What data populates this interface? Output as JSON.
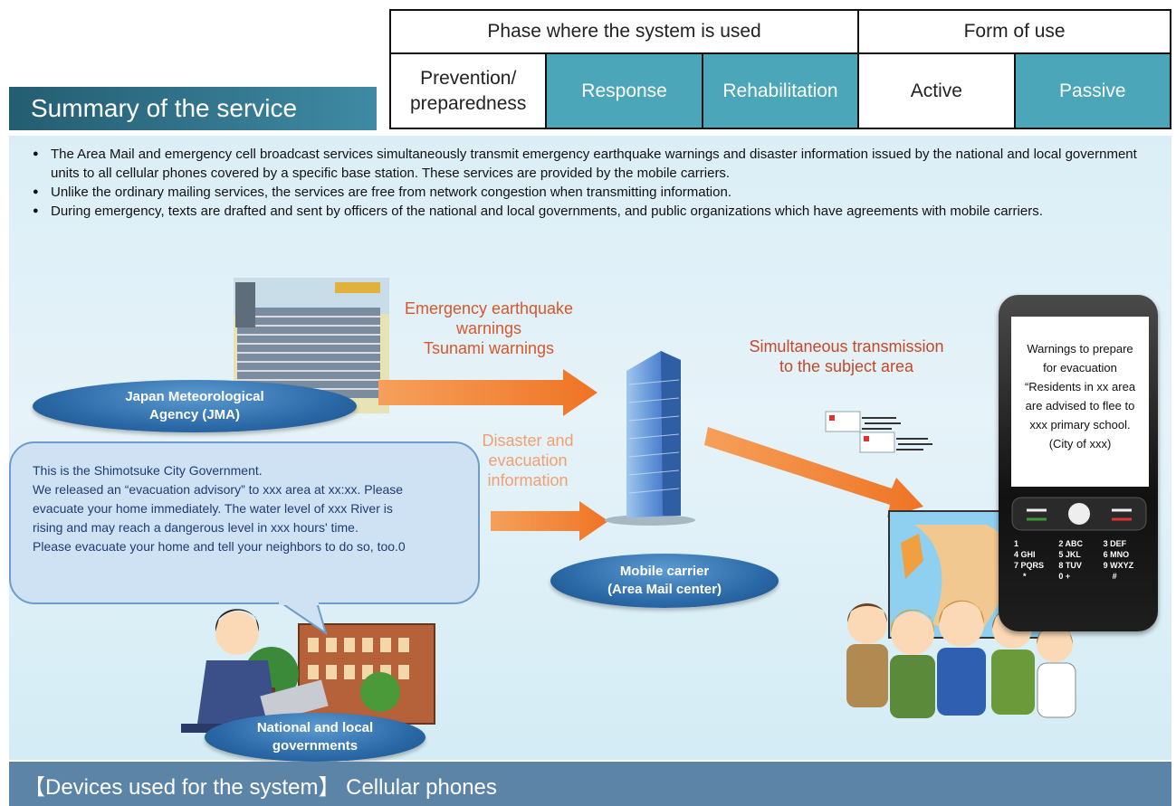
{
  "table": {
    "phase_header": "Phase where the system is used",
    "form_header": "Form of use",
    "options": [
      {
        "label": "Prevention/ preparedness",
        "highlighted": false
      },
      {
        "label": "Response",
        "highlighted": true
      },
      {
        "label": "Rehabilitation",
        "highlighted": true
      },
      {
        "label": "Active",
        "highlighted": false
      },
      {
        "label": "Passive",
        "highlighted": true
      }
    ]
  },
  "summary_title": "Summary of  the service",
  "bullets": [
    "The Area Mail and emergency cell broadcast services simultaneously transmit emergency earthquake warnings and disaster information issued by the national and local government units to all cellular phones covered by a specific base station. These services are provided by the mobile carriers.",
    "Unlike the ordinary mailing services, the services are free from network congestion when transmitting information.",
    "During emergency, texts are drafted and sent by officers of the national and local governments, and public organizations which have agreements with mobile carriers."
  ],
  "diagram": {
    "jma": {
      "line1": "Japan Meteorological",
      "line2": "Agency (JMA)"
    },
    "warnings": {
      "line1": "Emergency earthquake",
      "line2": "warnings",
      "line3": "Tsunami warnings"
    },
    "disaster": {
      "line1": "Disaster and",
      "line2": "evacuation",
      "line3": "information"
    },
    "carrier": {
      "line1": "Mobile carrier",
      "line2": "(Area Mail center)"
    },
    "transmission": {
      "line1": "Simultaneous transmission",
      "line2": "to the subject area"
    },
    "governments": {
      "line1": "National and local",
      "line2": "governments"
    },
    "bubble_lines": [
      "This is the Shimotsuke City Government.",
      "We released an “evacuation advisory” to xxx area at xx:xx. Please",
      "evacuate your home immediately. The water level of xxx River is",
      "rising and may reach a dangerous level in xxx hours' time.",
      "Please evacuate your home and tell your neighbors to do so, too.0"
    ],
    "phone_lines": [
      "Warnings to prepare",
      "for evacuation",
      "“Residents in xx area",
      "are advised to flee to",
      "xxx primary school.",
      "(City of xxx)"
    ],
    "phone_keys": [
      "1",
      "2 ABC",
      "3 DEF",
      "4 GHI",
      "5 JKL",
      "6 MNO",
      "7 PQRS",
      "8 TUV",
      "9 WXYZ",
      "*",
      "0 +",
      "#"
    ]
  },
  "footer": "【Devices used for the system】 Cellular phones",
  "colors": {
    "highlight": "#4aa6b8",
    "arrow": "#f07f2c",
    "warn_text": "#d5582a",
    "disaster_text": "#f0a070",
    "footer": "#5b84a6"
  }
}
